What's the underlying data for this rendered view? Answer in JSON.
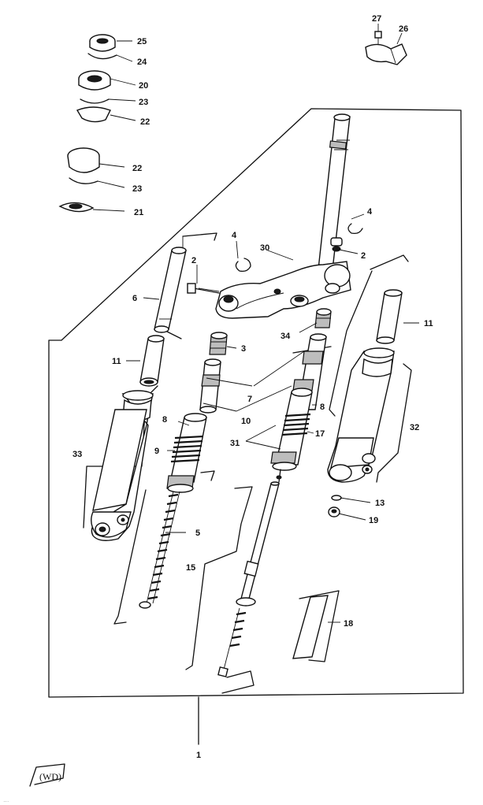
{
  "labels": {
    "l1": "1",
    "l2a": "2",
    "l2b": "2",
    "l3": "3",
    "l4a": "4",
    "l4b": "4",
    "l5": "5",
    "l6": "6",
    "l7": "7",
    "l8a": "8",
    "l8b": "8",
    "l9": "9",
    "l10": "10",
    "l11a": "11",
    "l11b": "11",
    "l13": "13",
    "l15": "15",
    "l17": "17",
    "l18": "18",
    "l19": "19",
    "l20": "20",
    "l21": "21",
    "l22a": "22",
    "l22b": "22",
    "l23a": "23",
    "l23b": "23",
    "l24": "24",
    "l25": "25",
    "l26": "26",
    "l27": "27",
    "l30": "30",
    "l31": "31",
    "l32": "32",
    "l33": "33",
    "l34": "34"
  },
  "footer": {
    "code": "(WD)",
    "scan_text": "..."
  }
}
